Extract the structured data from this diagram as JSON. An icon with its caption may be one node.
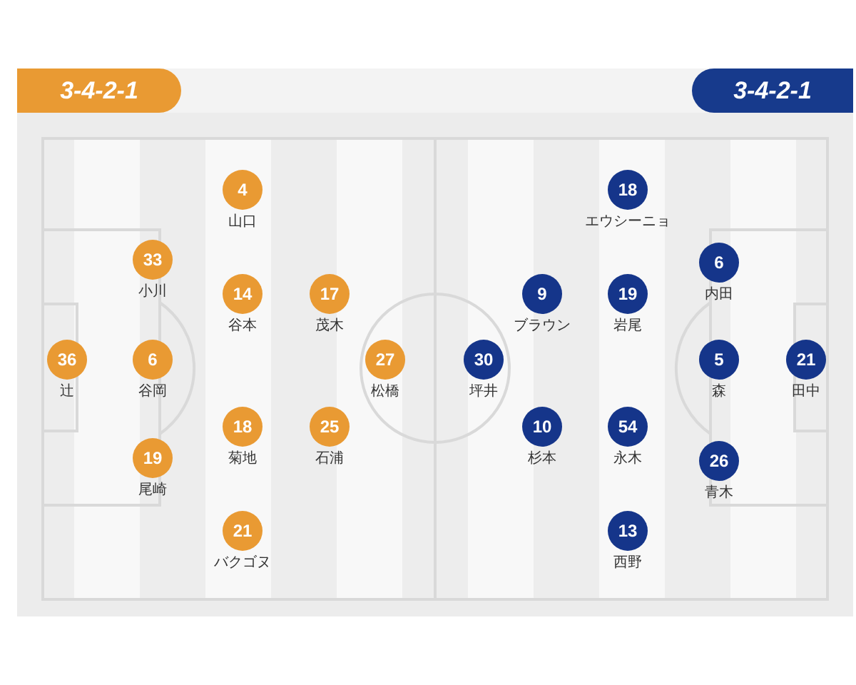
{
  "diagram": {
    "nodes": [
      {
        "text": [
          "3-4-2-1"
        ]
      },
      {
        "text": [
          "3-4-2-1"
        ]
      },
      {
        "text": [
          "4"
        ],
        "beside": [
          "山口"
        ]
      },
      {
        "text": [
          "33"
        ],
        "beside": [
          "小川"
        ]
      },
      {
        "text": [
          "14"
        ],
        "beside": [
          "谷本"
        ]
      },
      {
        "text": [
          "17"
        ],
        "beside": [
          "茂木"
        ]
      },
      {
        "text": [
          "36"
        ],
        "beside": [
          "辻"
        ]
      },
      {
        "text": [
          "6"
        ],
        "beside": [
          "谷岡"
        ]
      },
      {
        "text": [
          "27"
        ],
        "beside": [
          "松橋"
        ]
      },
      {
        "text": [
          "18"
        ],
        "beside": [
          "菊地"
        ]
      },
      {
        "text": [
          "25"
        ],
        "beside": [
          "石浦"
        ]
      },
      {
        "text": [
          "19"
        ],
        "beside": [
          "尾崎"
        ]
      },
      {
        "text": [
          "21"
        ],
        "beside": [
          "バクゴヌ"
        ]
      },
      {
        "text": [
          "18"
        ],
        "beside": [
          "エウシーニョ"
        ]
      },
      {
        "text": [
          "6"
        ],
        "beside": [
          "内田"
        ]
      },
      {
        "text": [
          "9"
        ],
        "beside": [
          "ブラウン"
        ]
      },
      {
        "text": [
          "19"
        ],
        "beside": [
          "岩尾"
        ]
      },
      {
        "text": [
          "30"
        ],
        "beside": [
          "坪井"
        ]
      },
      {
        "text": [
          "5"
        ],
        "beside": [
          "森"
        ]
      },
      {
        "text": [
          "21"
        ],
        "beside": [
          "田中"
        ]
      },
      {
        "text": [
          "10"
        ],
        "beside": [
          "杉本"
        ]
      },
      {
        "text": [
          "54"
        ],
        "beside": [
          "永木"
        ]
      },
      {
        "text": [
          "26"
        ],
        "beside": [
          "青木"
        ]
      },
      {
        "text": [
          "13"
        ],
        "beside": [
          "西野"
        ]
      }
    ]
  }
}
